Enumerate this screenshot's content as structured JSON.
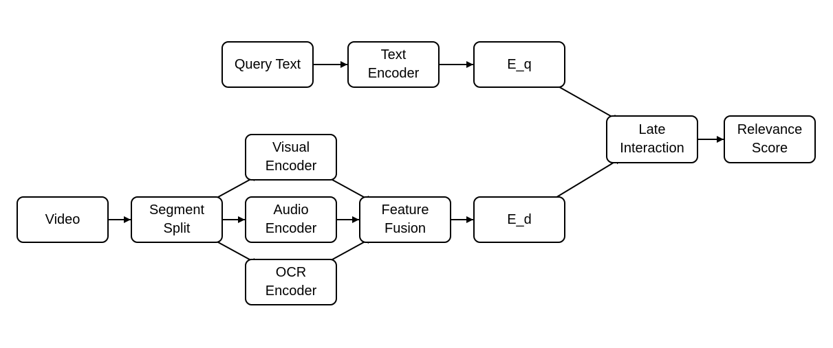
{
  "colors": {
    "stroke": "#000000",
    "box_fill": "#ffffff",
    "background": "#ffffff",
    "text": "#000000"
  },
  "nodes": {
    "query_text": {
      "lines": [
        "Query Text"
      ]
    },
    "text_encoder": {
      "lines": [
        "Text",
        "Encoder"
      ]
    },
    "e_q": {
      "lines": [
        "E_q"
      ]
    },
    "late_interaction": {
      "lines": [
        "Late",
        "Interaction"
      ]
    },
    "relevance_score": {
      "lines": [
        "Relevance",
        "Score"
      ]
    },
    "video": {
      "lines": [
        "Video"
      ]
    },
    "segment_split": {
      "lines": [
        "Segment",
        "Split"
      ]
    },
    "visual_encoder": {
      "lines": [
        "Visual",
        "Encoder"
      ]
    },
    "audio_encoder": {
      "lines": [
        "Audio",
        "Encoder"
      ]
    },
    "ocr_encoder": {
      "lines": [
        "OCR",
        "Encoder"
      ]
    },
    "feature_fusion": {
      "lines": [
        "Feature",
        "Fusion"
      ]
    },
    "e_d": {
      "lines": [
        "E_d"
      ]
    }
  },
  "edges": [
    {
      "from": "query_text",
      "to": "text_encoder"
    },
    {
      "from": "text_encoder",
      "to": "e_q"
    },
    {
      "from": "e_q",
      "to": "late_interaction"
    },
    {
      "from": "late_interaction",
      "to": "relevance_score"
    },
    {
      "from": "video",
      "to": "segment_split"
    },
    {
      "from": "segment_split",
      "to": "visual_encoder"
    },
    {
      "from": "segment_split",
      "to": "audio_encoder"
    },
    {
      "from": "segment_split",
      "to": "ocr_encoder"
    },
    {
      "from": "visual_encoder",
      "to": "feature_fusion"
    },
    {
      "from": "audio_encoder",
      "to": "feature_fusion"
    },
    {
      "from": "ocr_encoder",
      "to": "feature_fusion"
    },
    {
      "from": "feature_fusion",
      "to": "e_d"
    },
    {
      "from": "e_d",
      "to": "late_interaction"
    }
  ]
}
